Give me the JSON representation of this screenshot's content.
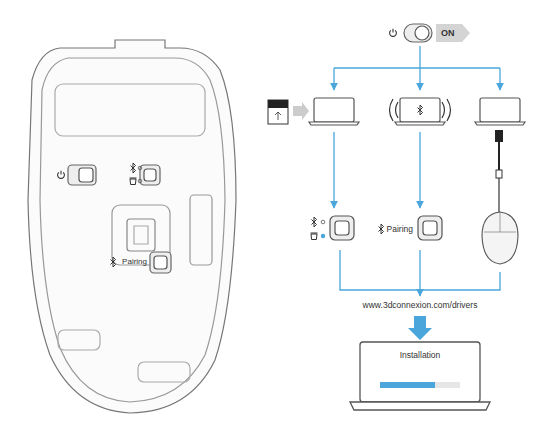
{
  "diagram": {
    "nodes": [
      {
        "text": [
          "ON"
        ]
      },
      {
        "text": [
          "Installation"
        ]
      }
    ],
    "labels": [
      "Pairing",
      "Pairing",
      "www.3dconnexion.com/drivers"
    ]
  }
}
